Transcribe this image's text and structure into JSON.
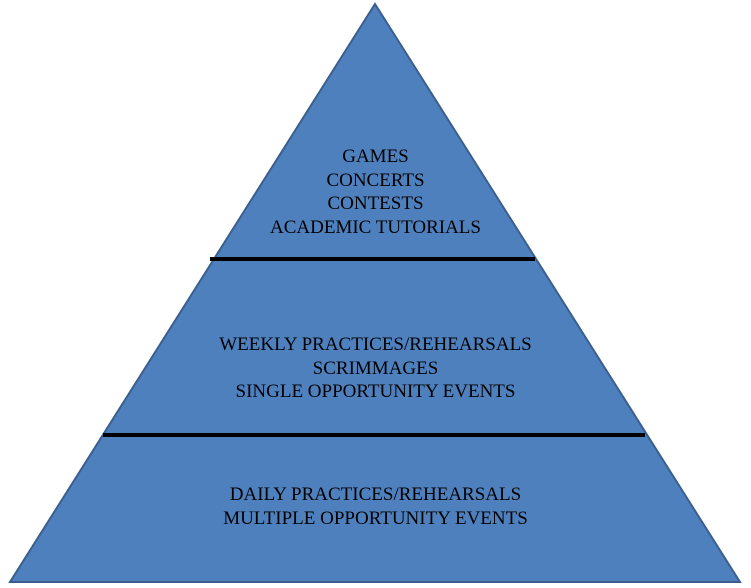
{
  "colors": {
    "fill": "#4F80BE",
    "outline": "#3A5F8E",
    "divider": "#000000",
    "text": "#000000"
  },
  "tiers": [
    {
      "lines": [
        "GAMES",
        "CONCERTS",
        "CONTESTS",
        "ACADEMIC TUTORIALS"
      ]
    },
    {
      "lines": [
        "WEEKLY PRACTICES/REHEARSALS",
        "SCRIMMAGES",
        "SINGLE OPPORTUNITY EVENTS"
      ]
    },
    {
      "lines": [
        "DAILY PRACTICES/REHEARSALS",
        "MULTIPLE OPPORTUNITY EVENTS"
      ]
    }
  ]
}
